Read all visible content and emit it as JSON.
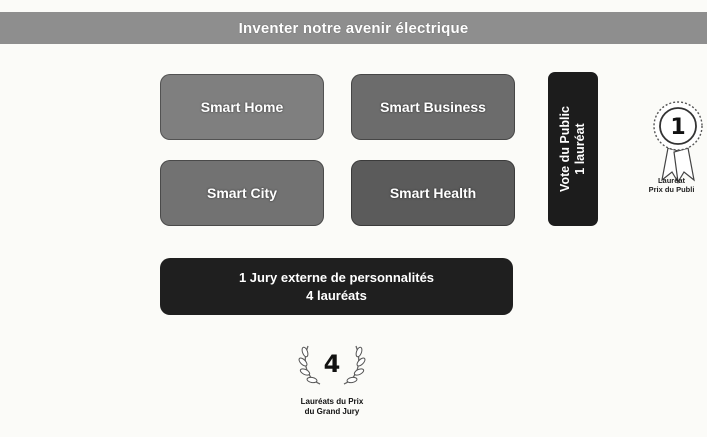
{
  "banner": {
    "title": "Inventer notre avenir électrique"
  },
  "categories": {
    "home": "Smart Home",
    "business": "Smart Business",
    "city": "Smart City",
    "health": "Smart Health"
  },
  "public_vote": {
    "line1": "Vote du Public",
    "line2": "1 lauréat"
  },
  "jury": {
    "line1": "1 Jury externe de personnalités",
    "line2": "4 lauréats"
  },
  "public_badge": {
    "number": "1",
    "caption_line1": "Lauréat",
    "caption_line2": "Prix du Publi"
  },
  "jury_badge": {
    "number": "4",
    "caption_line1": "Lauréats du Prix",
    "caption_line2": "du Grand Jury"
  },
  "colors": {
    "banner": "#8e8e8e",
    "smart_home": "#7f7f7f",
    "smart_business": "#6c6c6c",
    "smart_city": "#727272",
    "smart_health": "#5b5b5b",
    "dark_box": "#1c1c1c"
  },
  "icons": {
    "public_badge": "rosette-medal-icon",
    "jury_badge": "laurel-wreath-icon"
  }
}
